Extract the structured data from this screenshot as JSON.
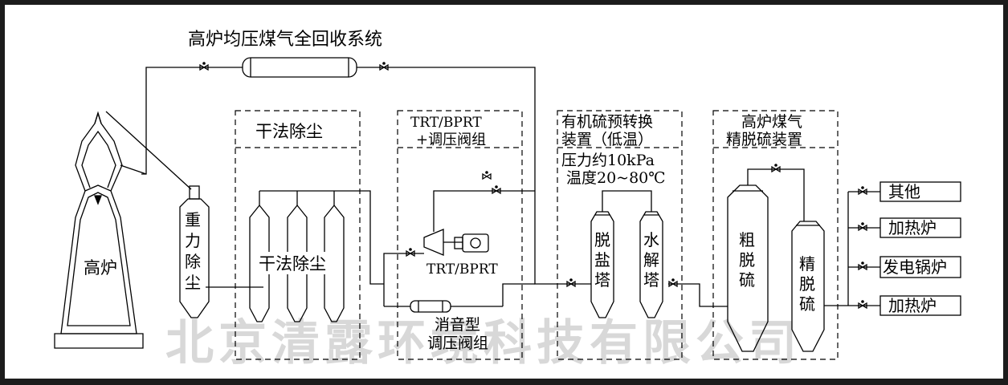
{
  "title": "高炉均压煤气全回收系统",
  "blast_furnace": "高炉",
  "gravity_dust": [
    "重",
    "力",
    "除",
    "尘"
  ],
  "dry_dust": {
    "section_title": "干法除尘",
    "vessel_label": "干法除尘"
  },
  "trt": {
    "section_title_line1": "TRT/BPRT",
    "section_title_line2": "+调压阀组",
    "machine_label": "TRT/BPRT",
    "valve_label_line1": "消音型",
    "valve_label_line2": "调压阀组"
  },
  "organic_sulfur": {
    "section_title_line1": "有机硫预转换",
    "section_title_line2": "装置（低温）",
    "pressure": "压力约10kPa",
    "temperature": "温度20~80℃",
    "tower1": [
      "脱",
      "盐",
      "塔"
    ],
    "tower2": [
      "水",
      "解",
      "塔"
    ]
  },
  "fine_desulfurization": {
    "section_title_line1": "高炉煤气",
    "section_title_line2": "精脱硫装置",
    "vessel1": [
      "粗",
      "脱",
      "硫"
    ],
    "vessel2": [
      "精",
      "脱",
      "硫"
    ]
  },
  "outputs": [
    "其他",
    "加热炉",
    "发电锅炉",
    "加热炉"
  ],
  "watermark": "北京清露环境科技有限公司"
}
